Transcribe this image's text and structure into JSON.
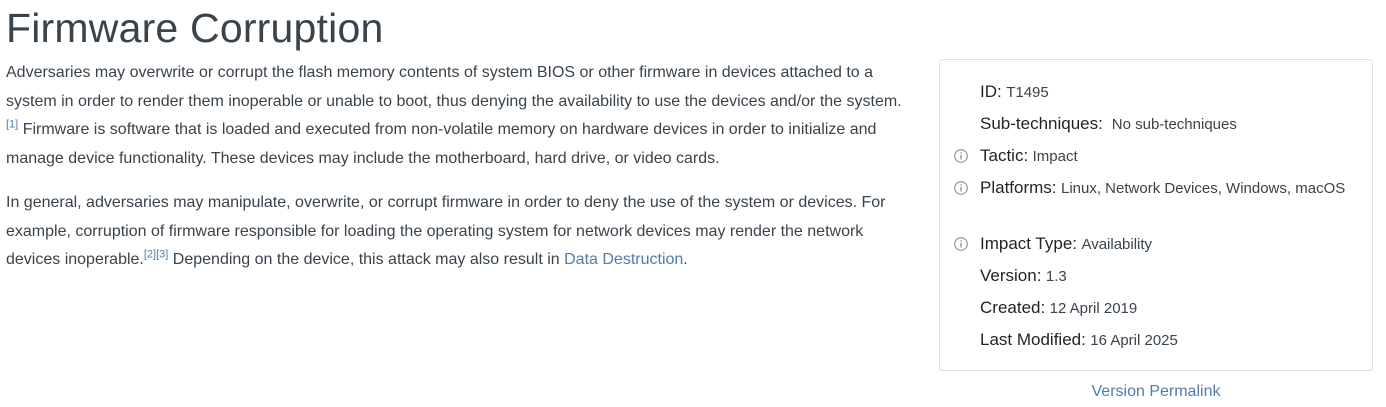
{
  "page": {
    "title": "Firmware Corruption"
  },
  "description": {
    "p1_a": "Adversaries may overwrite or corrupt the flash memory contents of system BIOS or other firmware in devices attached to a system in order to render them inoperable or unable to boot, thus denying the availability to use the devices and/or the system.",
    "ref1": "[1]",
    "p1_b": " Firmware is software that is loaded and executed from non-volatile memory on hardware devices in order to initialize and manage device functionality. These devices may include the motherboard, hard drive, or video cards.",
    "p2_a": "In general, adversaries may manipulate, overwrite, or corrupt firmware in order to deny the use of the system or devices. For example, corruption of firmware responsible for loading the operating system for network devices may render the network devices inoperable.",
    "ref2": "[2]",
    "ref3": "[3]",
    "p2_b": " Depending on the device, this attack may also result in ",
    "link_data_destruction": "Data Destruction",
    "p2_end": "."
  },
  "card": {
    "id_label": "ID:",
    "id_value": "T1495",
    "sub_label": "Sub-techniques:",
    "sub_value": "No sub-techniques",
    "tactic_label": "Tactic:",
    "tactic_value": "Impact",
    "platforms_label": "Platforms:",
    "platforms_value": "Linux, Network Devices, Windows, macOS",
    "impact_label": "Impact Type:",
    "impact_value": "Availability",
    "version_label": "Version:",
    "version_value": "1.3",
    "created_label": "Created:",
    "created_value": "12 April 2019",
    "modified_label": "Last Modified:",
    "modified_value": "16 April 2025"
  },
  "permalink": "Version Permalink",
  "icons": {
    "info": "info-circle-icon"
  },
  "colors": {
    "text": "#39434c",
    "link": "#4f7cac",
    "border": "#dde2e6"
  }
}
